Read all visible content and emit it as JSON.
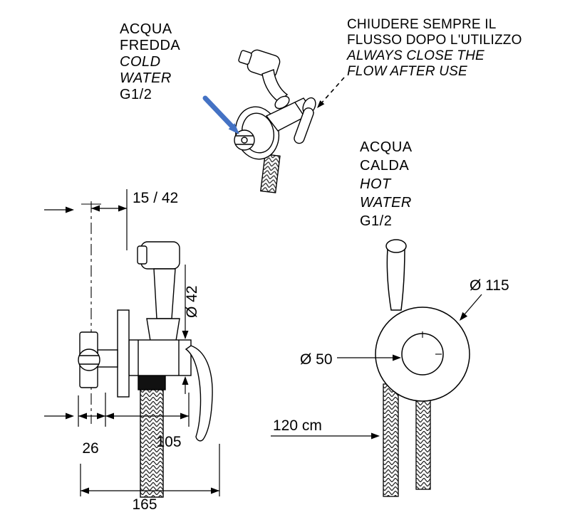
{
  "annotations": {
    "cold_water": {
      "lines": [
        "ACQUA",
        "FREDDA",
        "COLD",
        "WATER",
        "G1/2"
      ]
    },
    "close_flow": {
      "lines": [
        "CHIUDERE SEMPRE IL",
        "FLUSSO DOPO L'UTILIZZO",
        "ALWAYS CLOSE THE",
        "FLOW AFTER  USE"
      ]
    },
    "hot_water": {
      "lines": [
        "ACQUA",
        "CALDA",
        "HOT",
        "WATER",
        "G1/2"
      ]
    }
  },
  "dimensions": {
    "wall_offset_range": "15 / 42",
    "body_diameter": "Ø 42",
    "flange_offset": "26",
    "body_length": "105",
    "overall_length": "165",
    "plate_diameter": "Ø 115",
    "hole_diameter": "Ø 50",
    "hose_length": "120 cm"
  },
  "colors": {
    "accent_arrow": "#4472c4",
    "line": "#000000",
    "background": "#ffffff"
  }
}
